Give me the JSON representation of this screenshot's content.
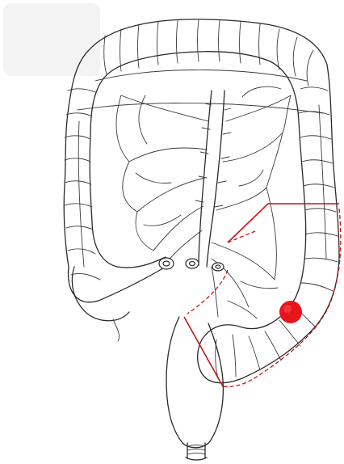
{
  "figure": {
    "caption": ""
  },
  "annotations": {
    "resection_line_color": "#cc1111",
    "tumor_color": "#e8141c",
    "tumor_highlight_color": "#ff5a5a"
  },
  "icons": [
    "colon-outline",
    "mesenteric-vessels",
    "tumor-marker",
    "resection-margin"
  ]
}
